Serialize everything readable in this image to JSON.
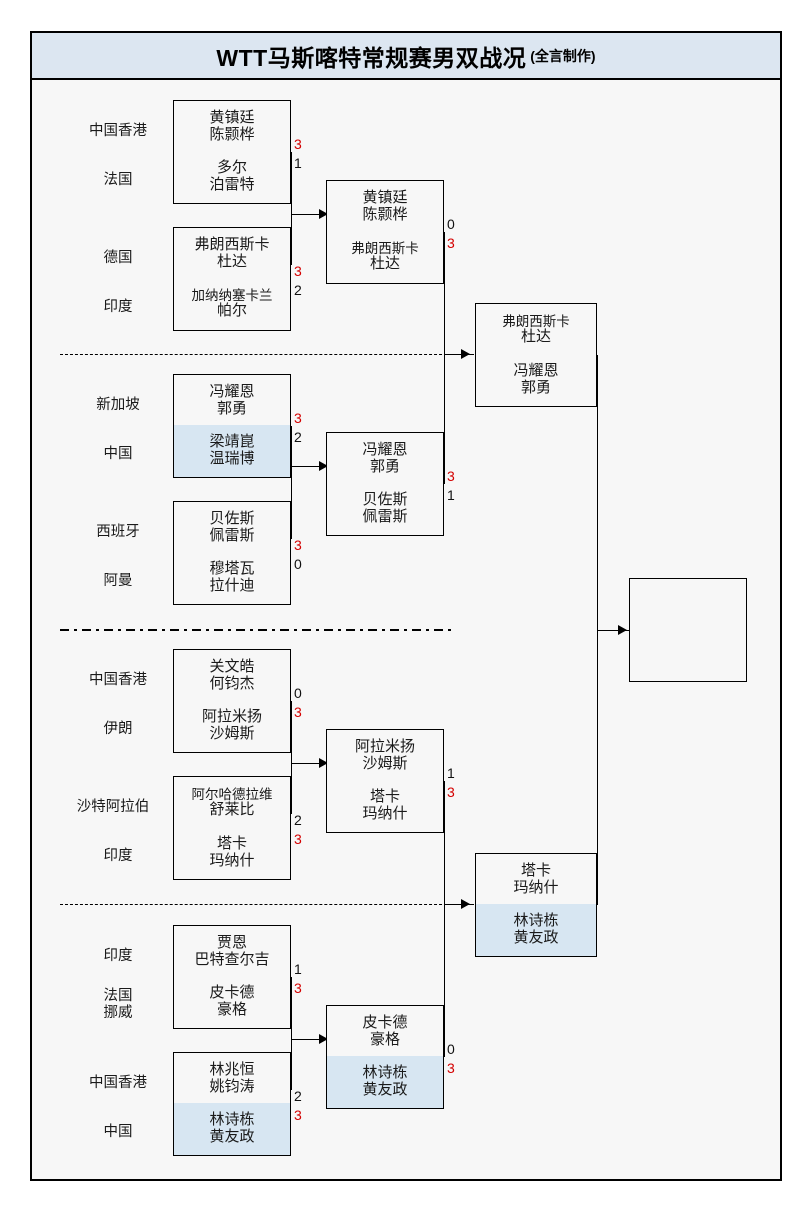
{
  "header": {
    "title_main": "WTT马斯喀特常规赛男双战况",
    "title_sub": "(全言制作)"
  },
  "bracket": {
    "round1": [
      {
        "country": "中国香港",
        "players": [
          "黄镇廷",
          "陈颢桦"
        ],
        "score": "3",
        "winner": true,
        "highlight": false
      },
      {
        "country": "法国",
        "players": [
          "多尔",
          "泊雷特"
        ],
        "score": "1",
        "winner": false,
        "highlight": false
      },
      {
        "country": "德国",
        "players": [
          "弗朗西斯卡",
          "杜达"
        ],
        "score": "3",
        "winner": true,
        "highlight": false
      },
      {
        "country": "印度",
        "players": [
          "加纳纳塞卡兰",
          "帕尔"
        ],
        "score": "2",
        "winner": false,
        "highlight": false
      },
      {
        "country": "新加坡",
        "players": [
          "冯耀恩",
          "郭勇"
        ],
        "score": "3",
        "winner": true,
        "highlight": false
      },
      {
        "country": "中国",
        "players": [
          "梁靖崑",
          "温瑞博"
        ],
        "score": "2",
        "winner": false,
        "highlight": true
      },
      {
        "country": "西班牙",
        "players": [
          "贝佐斯",
          "佩雷斯"
        ],
        "score": "3",
        "winner": true,
        "highlight": false
      },
      {
        "country": "阿曼",
        "players": [
          "穆塔瓦",
          "拉什迪"
        ],
        "score": "0",
        "winner": false,
        "highlight": false
      },
      {
        "country": "中国香港",
        "players": [
          "关文皓",
          "何钧杰"
        ],
        "score": "0",
        "winner": false,
        "highlight": false
      },
      {
        "country": "伊朗",
        "players": [
          "阿拉米扬",
          "沙姆斯"
        ],
        "score": "3",
        "winner": true,
        "highlight": false
      },
      {
        "country": "沙特阿拉伯",
        "players": [
          "阿尔哈德拉维",
          "舒莱比"
        ],
        "score": "2",
        "winner": false,
        "highlight": false
      },
      {
        "country": "印度",
        "players": [
          "塔卡",
          "玛纳什"
        ],
        "score": "3",
        "winner": true,
        "highlight": false
      },
      {
        "country": "印度",
        "players": [
          "贾恩",
          "巴特查尔吉"
        ],
        "score": "1",
        "winner": false,
        "highlight": false
      },
      {
        "country": "法国\n挪威",
        "players": [
          "皮卡德",
          "豪格"
        ],
        "score": "3",
        "winner": true,
        "highlight": false
      },
      {
        "country": "中国香港",
        "players": [
          "林兆恒",
          "姚钧涛"
        ],
        "score": "2",
        "winner": false,
        "highlight": false
      },
      {
        "country": "中国",
        "players": [
          "林诗栋",
          "黄友政"
        ],
        "score": "3",
        "winner": true,
        "highlight": true
      }
    ],
    "round2": [
      {
        "players": [
          "黄镇廷",
          "陈颢桦"
        ],
        "score": "0",
        "winner": false,
        "highlight": false
      },
      {
        "players": [
          "弗朗西斯卡",
          "杜达"
        ],
        "score": "3",
        "winner": true,
        "highlight": false
      },
      {
        "players": [
          "冯耀恩",
          "郭勇"
        ],
        "score": "3",
        "winner": true,
        "highlight": false
      },
      {
        "players": [
          "贝佐斯",
          "佩雷斯"
        ],
        "score": "1",
        "winner": false,
        "highlight": false
      },
      {
        "players": [
          "阿拉米扬",
          "沙姆斯"
        ],
        "score": "1",
        "winner": false,
        "highlight": false
      },
      {
        "players": [
          "塔卡",
          "玛纳什"
        ],
        "score": "3",
        "winner": true,
        "highlight": false
      },
      {
        "players": [
          "皮卡德",
          "豪格"
        ],
        "score": "0",
        "winner": false,
        "highlight": false
      },
      {
        "players": [
          "林诗栋",
          "黄友政"
        ],
        "score": "3",
        "winner": true,
        "highlight": true
      }
    ],
    "semifinals": [
      {
        "players": [
          "弗朗西斯卡",
          "杜达"
        ],
        "score": "",
        "highlight": false
      },
      {
        "players": [
          "冯耀恩",
          "郭勇"
        ],
        "score": "",
        "highlight": false
      },
      {
        "players": [
          "塔卡",
          "玛纳什"
        ],
        "score": "",
        "highlight": false
      },
      {
        "players": [
          "林诗栋",
          "黄友政"
        ],
        "score": "",
        "highlight": true
      }
    ],
    "final": [
      {
        "players": [
          "",
          ""
        ],
        "score": "",
        "highlight": false
      },
      {
        "players": [
          "",
          ""
        ],
        "score": "",
        "highlight": false
      }
    ]
  },
  "colors": {
    "title_band": "#dce6f1",
    "highlight": "#d7e6f2",
    "winner_score": "#d40000",
    "line": "#000000"
  }
}
